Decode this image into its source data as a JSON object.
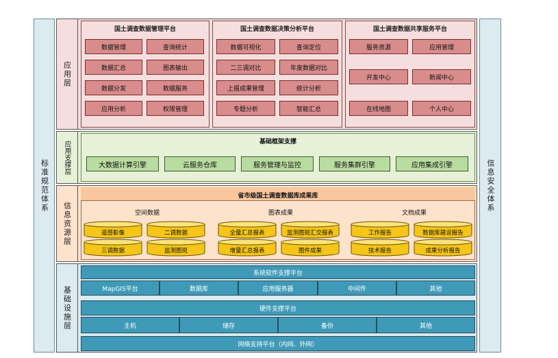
{
  "left_sidebar": {
    "label": "标准规范体系"
  },
  "right_sidebar": {
    "label": "信息安全体系"
  },
  "app_layer": {
    "label": "应用层",
    "panels": [
      {
        "title": "国土调查数据管理平台",
        "items": [
          "数据管理",
          "查询统计",
          "数据汇总",
          "图表输出",
          "数据分发",
          "数据服务",
          "应用分析",
          "权限管理"
        ]
      },
      {
        "title": "国土调查数据决策分析平台",
        "items": [
          "数据可视化",
          "查询定位",
          "二三调对比",
          "年度数据对比",
          "上报成果管理",
          "统计分析",
          "专题分析",
          "智能汇总"
        ]
      },
      {
        "title": "国土调查数据共享服务平台",
        "items": [
          "服务资源",
          "应用管理",
          "开发中心",
          "新闻中心",
          "在线地图",
          "个人中心"
        ]
      }
    ]
  },
  "support_layer": {
    "label": "应用支撑层",
    "title": "基础框架支撑",
    "items": [
      "大数据计算引擎",
      "云服务仓库",
      "服务管理与监控",
      "服务集群引擎",
      "应用集成引擎"
    ]
  },
  "resource_layer": {
    "label": "信息资源层",
    "title": "省市级国土调查数据库成果库",
    "groups": [
      {
        "title": "空间数据",
        "items": [
          "遥感影像",
          "二调数据",
          "三调数据",
          "监测图斑"
        ]
      },
      {
        "title": "图表成果",
        "items": [
          "全量汇总报表",
          "监测图斑汇交报表",
          "增量汇总报表",
          "图件成果"
        ]
      },
      {
        "title": "文档成果",
        "items": [
          "工作报告",
          "数据库建设报告",
          "技术报告",
          "成果分析报告"
        ]
      }
    ]
  },
  "infra_layer": {
    "label": "基础设施层",
    "software_title": "系统软件支撑平台",
    "software_items": [
      "MapGIS平台",
      "数据库",
      "应用服务器",
      "中间件",
      "其他"
    ],
    "hardware_title": "硬件支撑平台",
    "hardware_items": [
      "主机",
      "储存",
      "备份",
      "其他"
    ],
    "network_title": "网络支持平台（内网、外网）"
  }
}
